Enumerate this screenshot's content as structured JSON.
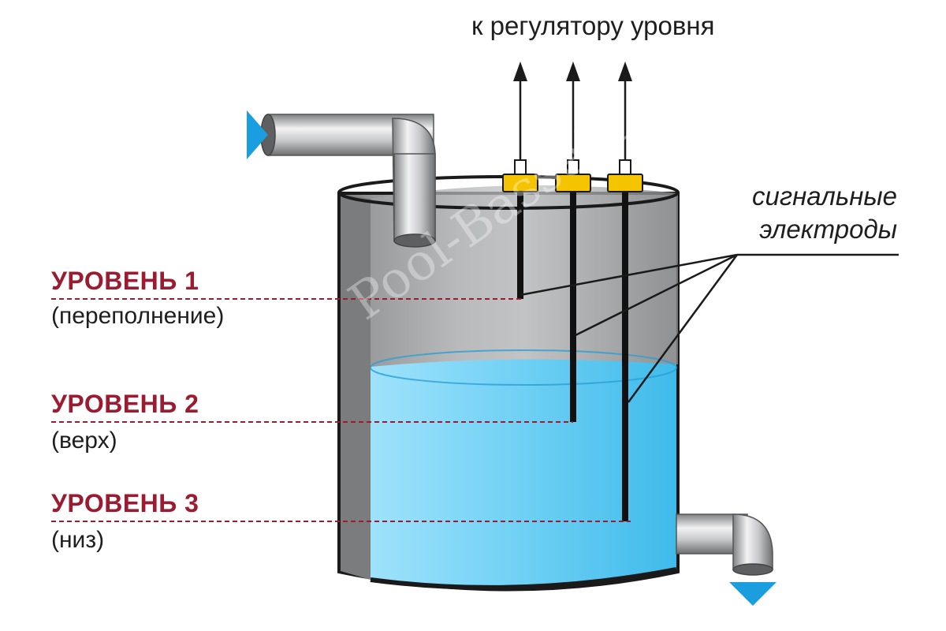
{
  "caption_top": "к регулятору уровня",
  "electrodes_caption": {
    "line1": "сигнальные",
    "line2": "электроды"
  },
  "levels": [
    {
      "title": "УРОВЕНЬ 1",
      "subtitle": "(переполнение)"
    },
    {
      "title": "УРОВЕНЬ 2",
      "subtitle": "(верх)"
    },
    {
      "title": "УРОВЕНЬ 3",
      "subtitle": "(низ)"
    }
  ],
  "watermark": "Pool-Bassein.ru",
  "colors": {
    "level_label": "#9b1b30",
    "level_line": "#9b1b30",
    "water": "#5cc8f0",
    "flow_arrow": "#1a9ee0",
    "electrode_head": "#f5c400",
    "tank": "#a9aaac"
  },
  "icons": {
    "inlet_arrow": "triangle-right",
    "outlet_arrow": "triangle-down",
    "signal_arrows": "arrow-up"
  }
}
